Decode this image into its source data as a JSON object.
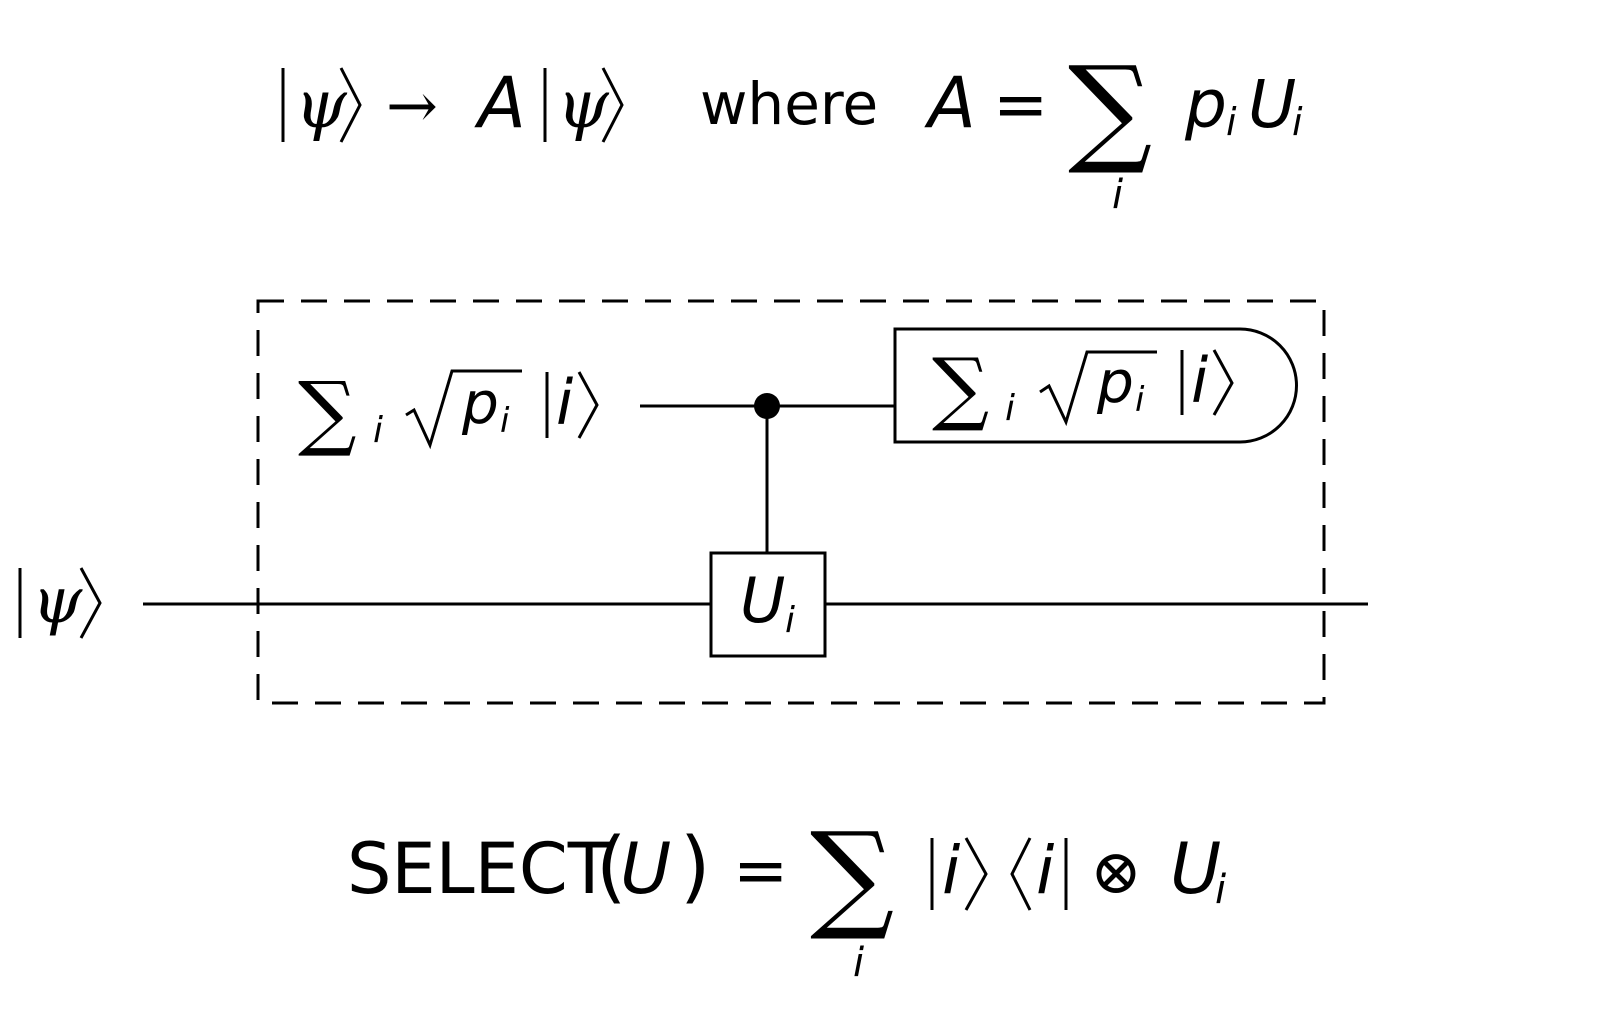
{
  "equation_top": {
    "psi": "ψ",
    "arrow": "→",
    "op": "A",
    "where": "where",
    "equals": "=",
    "sum": "∑",
    "index": "i",
    "p": "p",
    "U": "U"
  },
  "circuit": {
    "input_label": {
      "symbol": "ψ"
    },
    "ancilla_label": {
      "sum": "∑",
      "index": "i",
      "p": "p",
      "ket": "i"
    },
    "gate": {
      "symbol": "U",
      "index": "i"
    },
    "output_state": {
      "sum": "∑",
      "index": "i",
      "p": "p",
      "ket": "i"
    }
  },
  "equation_bottom": {
    "select": "SELECT",
    "arg": "U",
    "equals": "=",
    "sum": "∑",
    "index": "i",
    "ket": "i",
    "bra": "i",
    "tensor": "⊗",
    "U": "U"
  }
}
